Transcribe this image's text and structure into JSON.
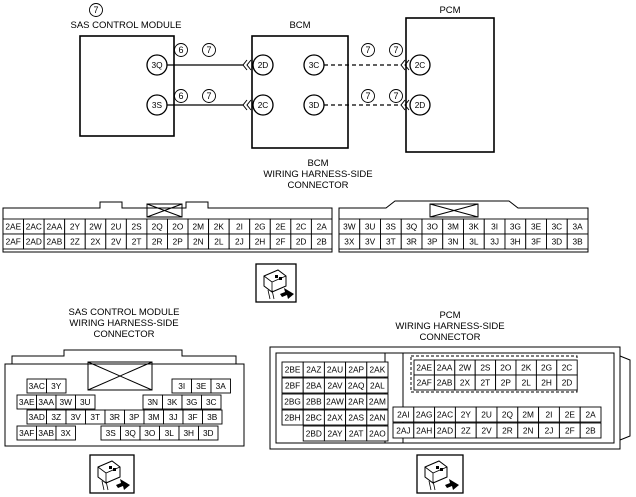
{
  "diagram": {
    "top_marker": "7",
    "modules": {
      "sas": "SAS CONTROL MODULE",
      "bcm": "BCM",
      "pcm": "PCM"
    },
    "wiring": [
      {
        "from_pin": "3Q",
        "from_marker": "6",
        "mid_marker": "7",
        "bcm_left": "2D",
        "bcm_right": "3C",
        "right_marker1": "7",
        "right_marker2": "7",
        "pcm_pin": "2C"
      },
      {
        "from_pin": "3S",
        "from_marker": "6",
        "mid_marker": "7",
        "bcm_left": "2C",
        "bcm_right": "3D",
        "right_marker1": "7",
        "right_marker2": "7",
        "pcm_pin": "2D"
      }
    ]
  },
  "connectors": {
    "bcm": {
      "title_lines": [
        "BCM",
        "WIRING HARNESS-SIDE",
        "CONNECTOR"
      ],
      "left_row1": [
        "2AE",
        "2AC",
        "2AA",
        "2Y",
        "2W",
        "2U",
        "2S",
        "2Q",
        "2O",
        "2M",
        "2K",
        "2I",
        "2G",
        "2E",
        "2C",
        "2A"
      ],
      "left_row2": [
        "2AF",
        "2AD",
        "2AB",
        "2Z",
        "2X",
        "2V",
        "2T",
        "2R",
        "2P",
        "2N",
        "2L",
        "2J",
        "2H",
        "2F",
        "2D",
        "2B"
      ],
      "right_row1": [
        "3W",
        "3U",
        "3S",
        "3Q",
        "3O",
        "3M",
        "3K",
        "3I",
        "3G",
        "3E",
        "3C",
        "3A"
      ],
      "right_row2": [
        "3X",
        "3V",
        "3T",
        "3R",
        "3P",
        "3N",
        "3L",
        "3J",
        "3H",
        "3F",
        "3D",
        "3B"
      ]
    },
    "sas": {
      "title_lines": [
        "SAS CONTROL MODULE",
        "WIRING HARNESS-SIDE",
        "CONNECTOR"
      ],
      "row1_left": [
        "3AC",
        "3Y"
      ],
      "row1_right": [
        "3I",
        "3E",
        "3A"
      ],
      "row2_left": [
        "3AE",
        "3AA",
        "3W",
        "3U"
      ],
      "row2_right": [
        "3N",
        "3K",
        "3G",
        "3C"
      ],
      "row3": [
        "3AD",
        "3Z",
        "3V",
        "3T",
        "3R",
        "3P",
        "3M",
        "3J",
        "3F",
        "3B"
      ],
      "row4_left": [
        "3AF",
        "3AB",
        "3X"
      ],
      "row4_right": [
        "3S",
        "3Q",
        "3O",
        "3L",
        "3H",
        "3D"
      ]
    },
    "pcm": {
      "title_lines": [
        "PCM",
        "WIRING HARNESS-SIDE",
        "CONNECTOR"
      ],
      "left_block": [
        [
          "2BE",
          "2AZ",
          "2AU",
          "2AP",
          "2AK"
        ],
        [
          "2BF",
          "2BA",
          "2AV",
          "2AQ",
          "2AL"
        ],
        [
          "2BG",
          "2BB",
          "2AW",
          "2AR",
          "2AM"
        ],
        [
          "2BH",
          "2BC",
          "2AX",
          "2AS",
          "2AN"
        ],
        [
          "",
          "2BD",
          "2AY",
          "2AT",
          "2AO"
        ]
      ],
      "right_top": [
        [
          "2AE",
          "2AA",
          "2W",
          "2S",
          "2O",
          "2K",
          "2G",
          "2C"
        ],
        [
          "2AF",
          "2AB",
          "2X",
          "2T",
          "2P",
          "2L",
          "2H",
          "2D"
        ]
      ],
      "right_bottom": [
        [
          "2AI",
          "2AG",
          "2AC",
          "2Y",
          "2U",
          "2Q",
          "2M",
          "2I",
          "2E",
          "2A"
        ],
        [
          "2AJ",
          "2AH",
          "2AD",
          "2Z",
          "2V",
          "2R",
          "2N",
          "2J",
          "2F",
          "2B"
        ]
      ]
    }
  }
}
